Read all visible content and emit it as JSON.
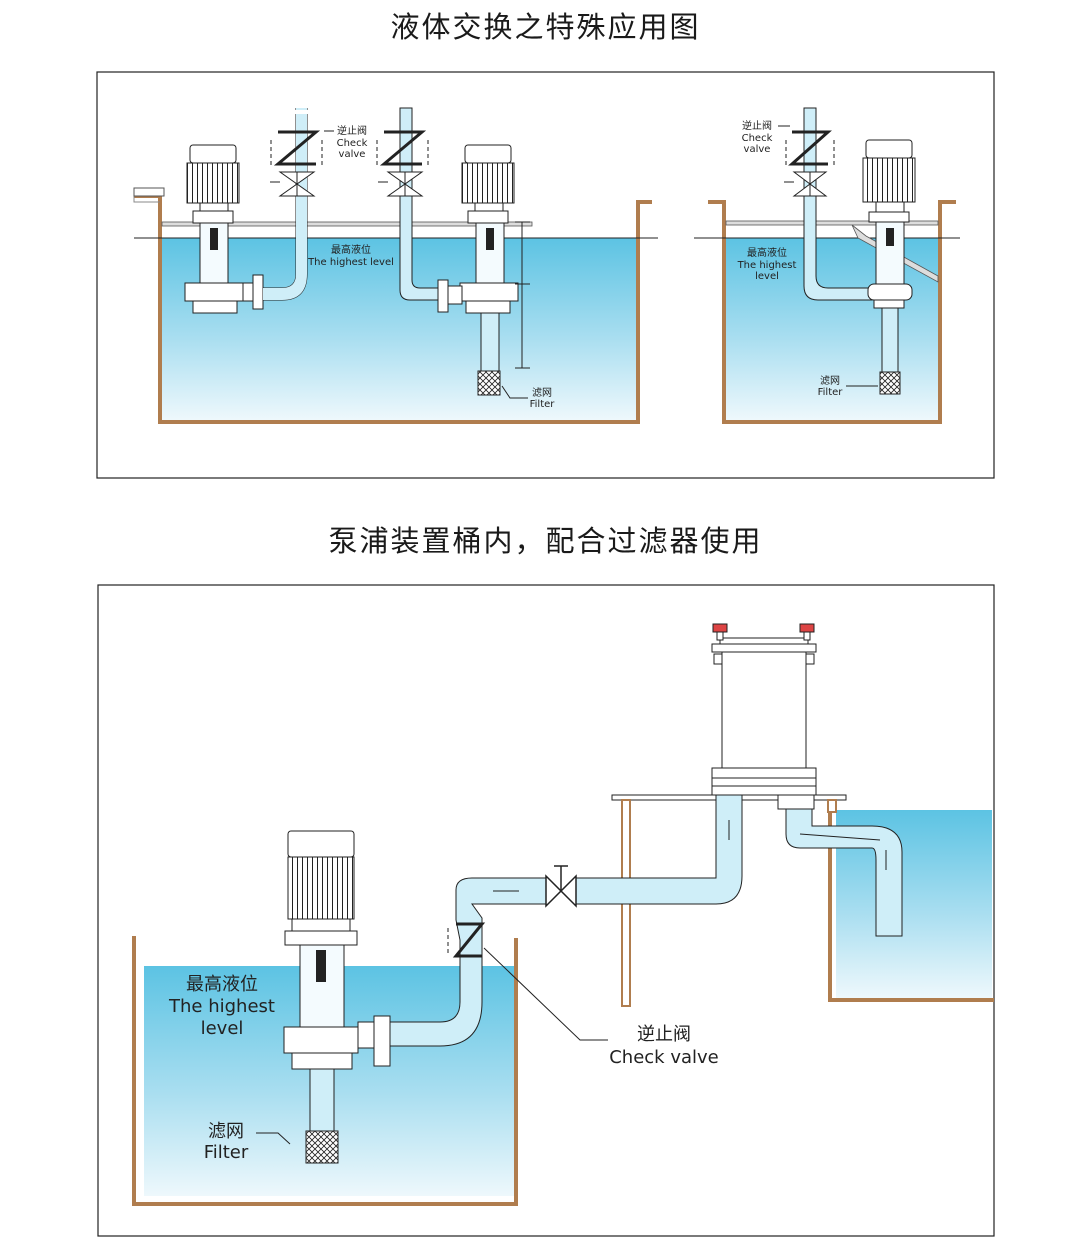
{
  "diagram1": {
    "title": "液体交换之特殊应用图",
    "labels": {
      "check_valve_cn_a": "逆止阀",
      "check_valve_en1_a": "Check",
      "check_valve_en2_a": "valve",
      "highest_level_cn_a": "最高液位",
      "highest_level_en_a": "The highest level",
      "filter_cn_a": "滤网",
      "filter_en_a": "Filter",
      "check_valve_cn_b": "逆止阀",
      "check_valve_en1_b": "Check",
      "check_valve_en2_b": "valve",
      "highest_level_cn_b": "最高液位",
      "highest_level_en1_b": "The highest",
      "highest_level_en2_b": "level",
      "filter_cn_b": "滤网",
      "filter_en_b": "Filter"
    }
  },
  "diagram2": {
    "title": "泵浦装置桶内，配合过滤器使用",
    "labels": {
      "highest_level_cn": "最高液位",
      "highest_level_en1": "The highest",
      "highest_level_en2": "level",
      "filter_cn": "滤网",
      "filter_en": "Filter",
      "check_valve_cn": "逆止阀",
      "check_valve_en": "Check valve"
    }
  },
  "colors": {
    "tank_wall": "#b07d4e",
    "liquid_top": "#5cc3e3",
    "liquid_bottom": "#e8f6fb",
    "pipe": "#cfeef8",
    "outline": "#222222"
  }
}
